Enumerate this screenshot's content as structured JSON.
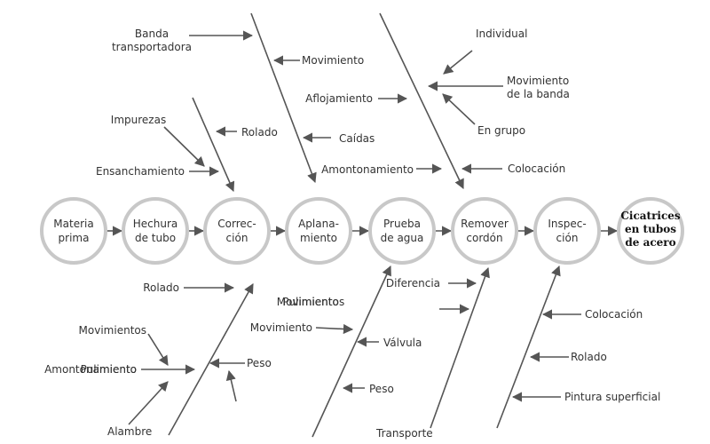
{
  "colors": {
    "stroke": "#555555",
    "circle": "#c8c8c8",
    "text": "#333333"
  },
  "process_steps": [
    {
      "lines": [
        "Materia",
        "prima"
      ]
    },
    {
      "lines": [
        "Hechura",
        "de tubo"
      ]
    },
    {
      "lines": [
        "Correc-",
        "ción"
      ]
    },
    {
      "lines": [
        "Aplana-",
        "miento"
      ]
    },
    {
      "lines": [
        "Prueba",
        "de agua"
      ]
    },
    {
      "lines": [
        "Remover",
        "cordón"
      ]
    },
    {
      "lines": [
        "Inspec-",
        "ción"
      ]
    }
  ],
  "effect": {
    "lines": [
      "Cicatrices",
      "en tubos",
      "de acero"
    ]
  },
  "causes": [
    {
      "lines": [
        "Banda",
        "transportadora"
      ]
    },
    {
      "lines": [
        "Movimiento"
      ]
    },
    {
      "lines": [
        "Impurezas"
      ]
    },
    {
      "lines": [
        "Rolado"
      ]
    },
    {
      "lines": [
        "Ensanchamiento"
      ]
    },
    {
      "lines": [
        "Caídas"
      ]
    },
    {
      "lines": [
        "Aflojamiento"
      ]
    },
    {
      "lines": [
        "Amontonamiento"
      ]
    },
    {
      "lines": [
        "Individual"
      ]
    },
    {
      "lines": [
        "Movimiento",
        "de la banda"
      ]
    },
    {
      "lines": [
        "En grupo"
      ]
    },
    {
      "lines": [
        "Colocación"
      ]
    },
    {
      "lines": [
        "Rolado"
      ]
    },
    {
      "lines": [
        "Movimientos"
      ]
    },
    {
      "lines": [
        "Pulimiento"
      ]
    },
    {
      "lines": [
        "Amontonamiento"
      ]
    },
    {
      "lines": [
        "Peso"
      ]
    },
    {
      "lines": [
        "Alambre"
      ]
    },
    {
      "lines": [
        "Movimientos"
      ]
    },
    {
      "lines": [
        "Pulimiento"
      ]
    },
    {
      "lines": [
        "Movimiento"
      ]
    },
    {
      "lines": [
        "Válvula"
      ]
    },
    {
      "lines": [
        "Peso"
      ]
    },
    {
      "lines": [
        "Diferencia"
      ]
    },
    {
      "lines": [
        "Transporte"
      ]
    },
    {
      "lines": [
        "Colocación"
      ]
    },
    {
      "lines": [
        "Rolado"
      ]
    },
    {
      "lines": [
        "Pintura superficial"
      ]
    }
  ]
}
